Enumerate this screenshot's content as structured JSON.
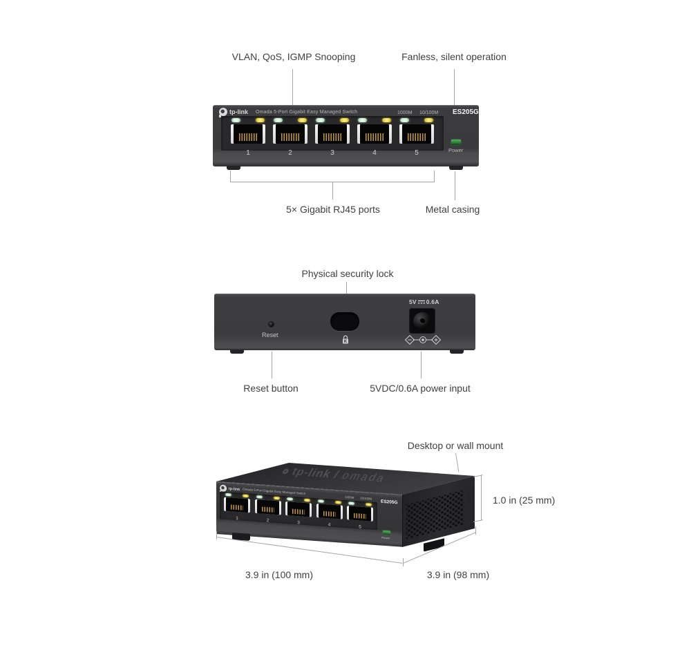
{
  "front_view": {
    "callout_vlan": "VLAN, QoS, IGMP Snooping",
    "callout_fanless": "Fanless, silent operation",
    "callout_ports": "5× Gigabit RJ45 ports",
    "callout_metal": "Metal casing"
  },
  "back_view": {
    "callout_lock": "Physical security lock",
    "callout_reset": "Reset button",
    "callout_power": "5VDC/0.6A power input"
  },
  "perspective_view": {
    "callout_mount": "Desktop or wall mount",
    "dim_height": "1.0 in (25 mm)",
    "dim_width": "3.9 in (100 mm)",
    "dim_depth": "3.9 in (98 mm)"
  },
  "device": {
    "brand": "tp-link",
    "product_text": "Omada 5-Port Gigabit Easy Managed Switch",
    "model": "ES205G",
    "led_gigabit": "1000M",
    "led_fast": "10/100M",
    "power_label": "Power",
    "port_numbers": [
      "1",
      "2",
      "3",
      "4",
      "5"
    ],
    "reset_label": "Reset",
    "dc_rating_prefix": "5V",
    "dc_rating_suffix": "0.6A",
    "top_brand": "tp-link",
    "top_divider": "/",
    "top_sub_brand": "omada"
  },
  "icons": {
    "brand_mark": "tp-link-logo-icon",
    "security": "kensington-lock-icon",
    "dc_symbol": "dc-current-icon",
    "polarity": "dc-polarity-icon"
  },
  "colors": {
    "page_bg": "#ffffff",
    "device_body": "#3c3c3e",
    "device_body_light": "#4c4c4e",
    "port_recess": "#29292b",
    "port_bezel": "#ededed",
    "led_green": "#cdead2",
    "led_yellow": "#e9d44b",
    "power_led_green": "#2f8038",
    "pin_gold": "#c49a39",
    "device_text": "#b8b8b8",
    "model_text": "#f2f2f2",
    "annotation_text": "#3f3f3f",
    "leader_line": "#a6a6a6"
  }
}
